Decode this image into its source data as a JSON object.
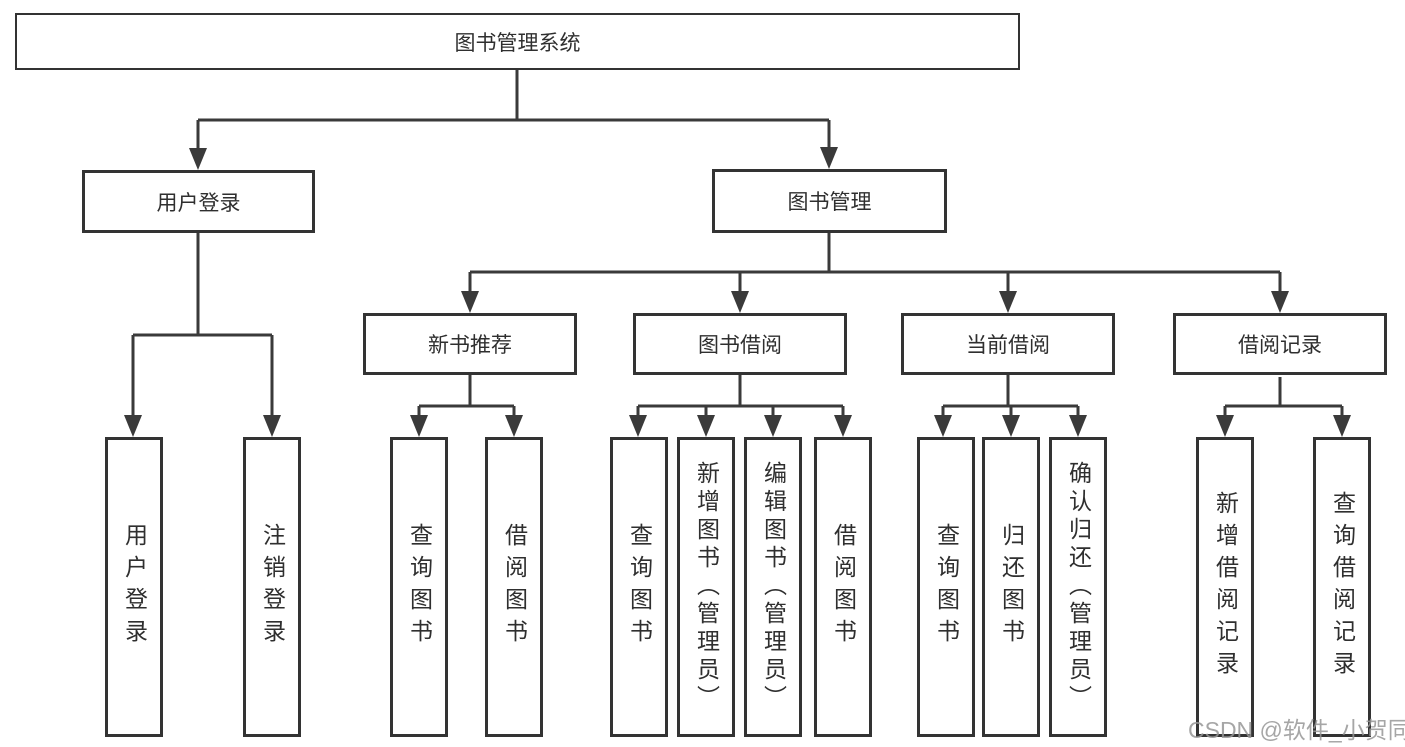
{
  "colors": {
    "background": "#ffffff",
    "line": "#3a3a3a",
    "box_border": "#333333",
    "text": "#2f2f2f",
    "watermark": "#969696"
  },
  "watermark": "CSDN @软件_小贺同学",
  "nodes": {
    "root": "图书管理系统",
    "login": "用户登录",
    "mgmt": "图书管理",
    "rec": "新书推荐",
    "borrow": "图书借阅",
    "current": "当前借阅",
    "records": "借阅记录",
    "leaf_login": "用户登录",
    "leaf_logout": "注销登录",
    "leaf_rec_query": "查询图书",
    "leaf_rec_borrow": "借阅图书",
    "leaf_bb_query": "查询图书",
    "leaf_bb_add": "新增图书（管理员）",
    "leaf_bb_edit": "编辑图书（管理员）",
    "leaf_bb_borrow": "借阅图书",
    "leaf_cur_query": "查询图书",
    "leaf_cur_return": "归还图书",
    "leaf_cur_confirm": "确认归还（管理员）",
    "leaf_rr_add": "新增借阅记录",
    "leaf_rr_query": "查询借阅记录"
  },
  "hierarchy": {
    "图书管理系统": {
      "用户登录": [
        "用户登录",
        "注销登录"
      ],
      "图书管理": {
        "新书推荐": [
          "查询图书",
          "借阅图书"
        ],
        "图书借阅": [
          "查询图书",
          "新增图书（管理员）",
          "编辑图书（管理员）",
          "借阅图书"
        ],
        "当前借阅": [
          "查询图书",
          "归还图书",
          "确认归还（管理员）"
        ],
        "借阅记录": [
          "新增借阅记录",
          "查询借阅记录"
        ]
      }
    }
  }
}
